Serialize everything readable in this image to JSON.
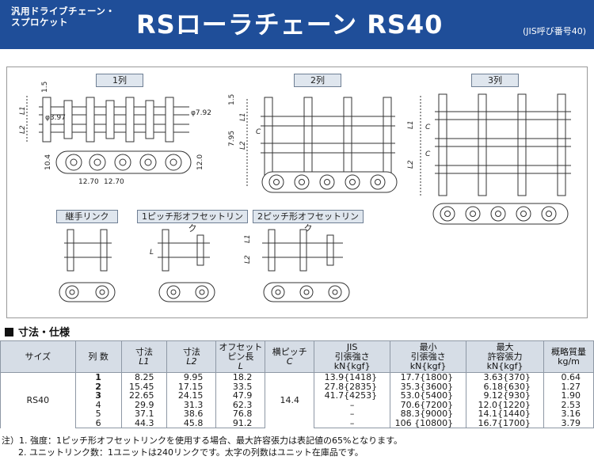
{
  "header": {
    "subtitle_line1": "汎用ドライブチェーン・",
    "subtitle_line2": "スプロケット",
    "title": "RSローラチェーン RS40",
    "jis_note": "(JIS呼び番号40)"
  },
  "diagram": {
    "labels": {
      "single": "1列",
      "double": "2列",
      "triple": "3列",
      "connecting": "継手リンク",
      "offset1": "1ピッチ形オフセットリンク",
      "offset2": "2ピッチ形オフセットリンク"
    },
    "dims": {
      "d1_5": "1.5",
      "d3_97": "φ3.97",
      "d7_92": "φ7.92",
      "d7_95": "7.95",
      "d10_4": "10.4",
      "d12_0": "12.0",
      "d12_70": "12.70",
      "L1": "L1",
      "L2": "L2",
      "C": "C",
      "L": "L"
    }
  },
  "section_title": "寸法・仕様",
  "table": {
    "headers": {
      "size": "サイズ",
      "rows": "列 数",
      "l1_top": "寸法",
      "l1_bottom": "L1",
      "l2_top": "寸法",
      "l2_bottom": "L2",
      "offset_top": "オフセット",
      "offset_mid": "ピン長",
      "offset_bottom": "L",
      "pitch_top": "横ピッチ",
      "pitch_bottom": "C",
      "jis_top": "JIS",
      "jis_mid": "引張強さ",
      "jis_bottom": "kN{kgf}",
      "min_top": "最小",
      "min_mid": "引張強さ",
      "min_bottom": "kN{kgf}",
      "max_top": "最大",
      "max_mid": "許容張力",
      "max_bottom": "kN{kgf}",
      "mass_top": "概略質量",
      "mass_bottom": "kg/m"
    },
    "size": "RS40",
    "pitch": "14.4",
    "rows": [
      {
        "n": "1",
        "l1": "8.25",
        "l2": "9.95",
        "l": "18.2",
        "jis": "13.9{1418}",
        "min": "17.7{1800}",
        "max": "3.63{370}",
        "mass": "0.64"
      },
      {
        "n": "2",
        "l1": "15.45",
        "l2": "17.15",
        "l": "33.5",
        "jis": "27.8{2835}",
        "min": "35.3{3600}",
        "max": "6.18{630}",
        "mass": "1.27"
      },
      {
        "n": "3",
        "l1": "22.65",
        "l2": "24.15",
        "l": "47.9",
        "jis": "41.7{4253}",
        "min": "53.0{5400}",
        "max": "9.12{930}",
        "mass": "1.90"
      },
      {
        "n": "4",
        "l1": "29.9",
        "l2": "31.3",
        "l": "62.3",
        "jis": "–",
        "min": "70.6{7200}",
        "max": "12.0{1220}",
        "mass": "2.53"
      },
      {
        "n": "5",
        "l1": "37.1",
        "l2": "38.6",
        "l": "76.8",
        "jis": "–",
        "min": "88.3{9000}",
        "max": "14.1{1440}",
        "mass": "3.16"
      },
      {
        "n": "6",
        "l1": "44.3",
        "l2": "45.8",
        "l": "91.2",
        "jis": "–",
        "min": "106 {10800}",
        "max": "16.7{1700}",
        "mass": "3.79"
      }
    ]
  },
  "notes": {
    "note1": "注）1. 強度：1ピッチ形オフセットリンクを使用する場合、最大許容張力は表記値の65%となります。",
    "note2": "2. ユニットリンク数：1ユニットは240リンクです。太字の列数はユニット在庫品です。"
  }
}
